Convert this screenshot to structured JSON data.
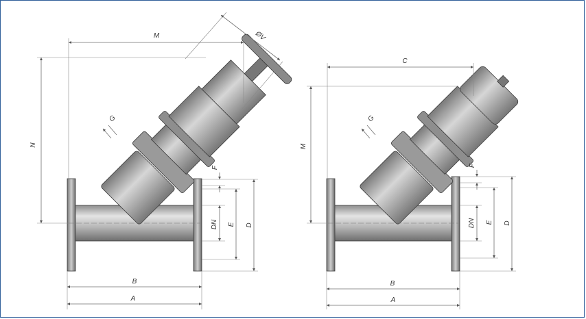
{
  "left_valve": {
    "labels": {
      "M": "M",
      "OV": "ØV",
      "N": "N",
      "G": "G",
      "F": "F",
      "DN": "DN",
      "E": "E",
      "D": "D",
      "B": "B",
      "A": "A"
    }
  },
  "right_valve": {
    "labels": {
      "C": "C",
      "M": "M",
      "G": "G",
      "F": "F",
      "DN": "DN",
      "E": "E",
      "D": "D",
      "B": "B",
      "A": "A"
    }
  }
}
